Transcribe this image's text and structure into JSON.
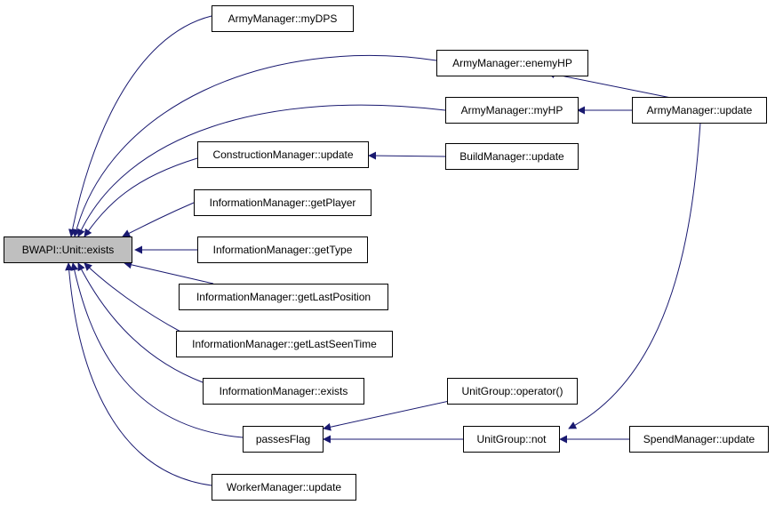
{
  "nodes": {
    "exists_root": "BWAPI::Unit::exists",
    "army_mydps": "ArmyManager::myDPS",
    "army_enemyhp": "ArmyManager::enemyHP",
    "army_myhp": "ArmyManager::myHP",
    "army_update": "ArmyManager::update",
    "construction_update": "ConstructionManager::update",
    "build_update": "BuildManager::update",
    "info_getplayer": "InformationManager::getPlayer",
    "info_gettype": "InformationManager::getType",
    "info_getlastposition": "InformationManager::getLastPosition",
    "info_getlastseentime": "InformationManager::getLastSeenTime",
    "info_exists": "InformationManager::exists",
    "passesflag": "passesFlag",
    "unitgroup_operator": "UnitGroup::operator()",
    "unitgroup_not": "UnitGroup::not",
    "spend_update": "SpendManager::update",
    "worker_update": "WorkerManager::update"
  },
  "colors": {
    "edge": "#191970",
    "root_fill": "#bfbfbf",
    "node_border": "#000000"
  }
}
